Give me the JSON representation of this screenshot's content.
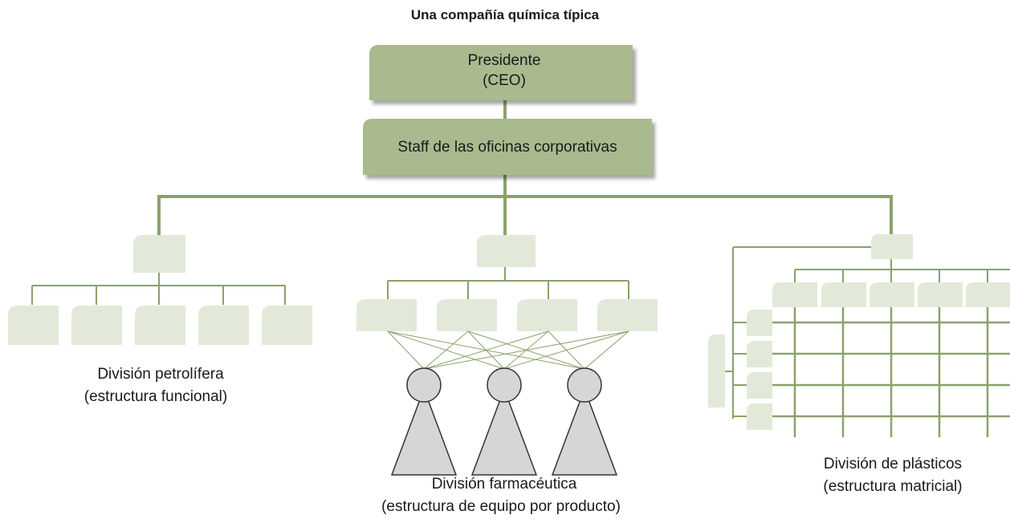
{
  "title": "Una compañía química típica",
  "top": {
    "president_line1": "Presidente",
    "president_line2": "(CEO)",
    "staff": "Staff de las oficinas corporativas"
  },
  "divisions": {
    "oil": {
      "line1": "División petrolífera",
      "line2": "(estructura funcional)"
    },
    "pharma": {
      "line1": "División farmacéutica",
      "line2": "(estructura de equipo por producto)"
    },
    "plastics": {
      "line1": "División de plásticos",
      "line2": "(estructura matricial)"
    }
  },
  "colors": {
    "dark_box": "#a9ba8f",
    "light_box": "#e3e9d9",
    "line": "#8aa26a",
    "person": "#d6d6d6"
  }
}
